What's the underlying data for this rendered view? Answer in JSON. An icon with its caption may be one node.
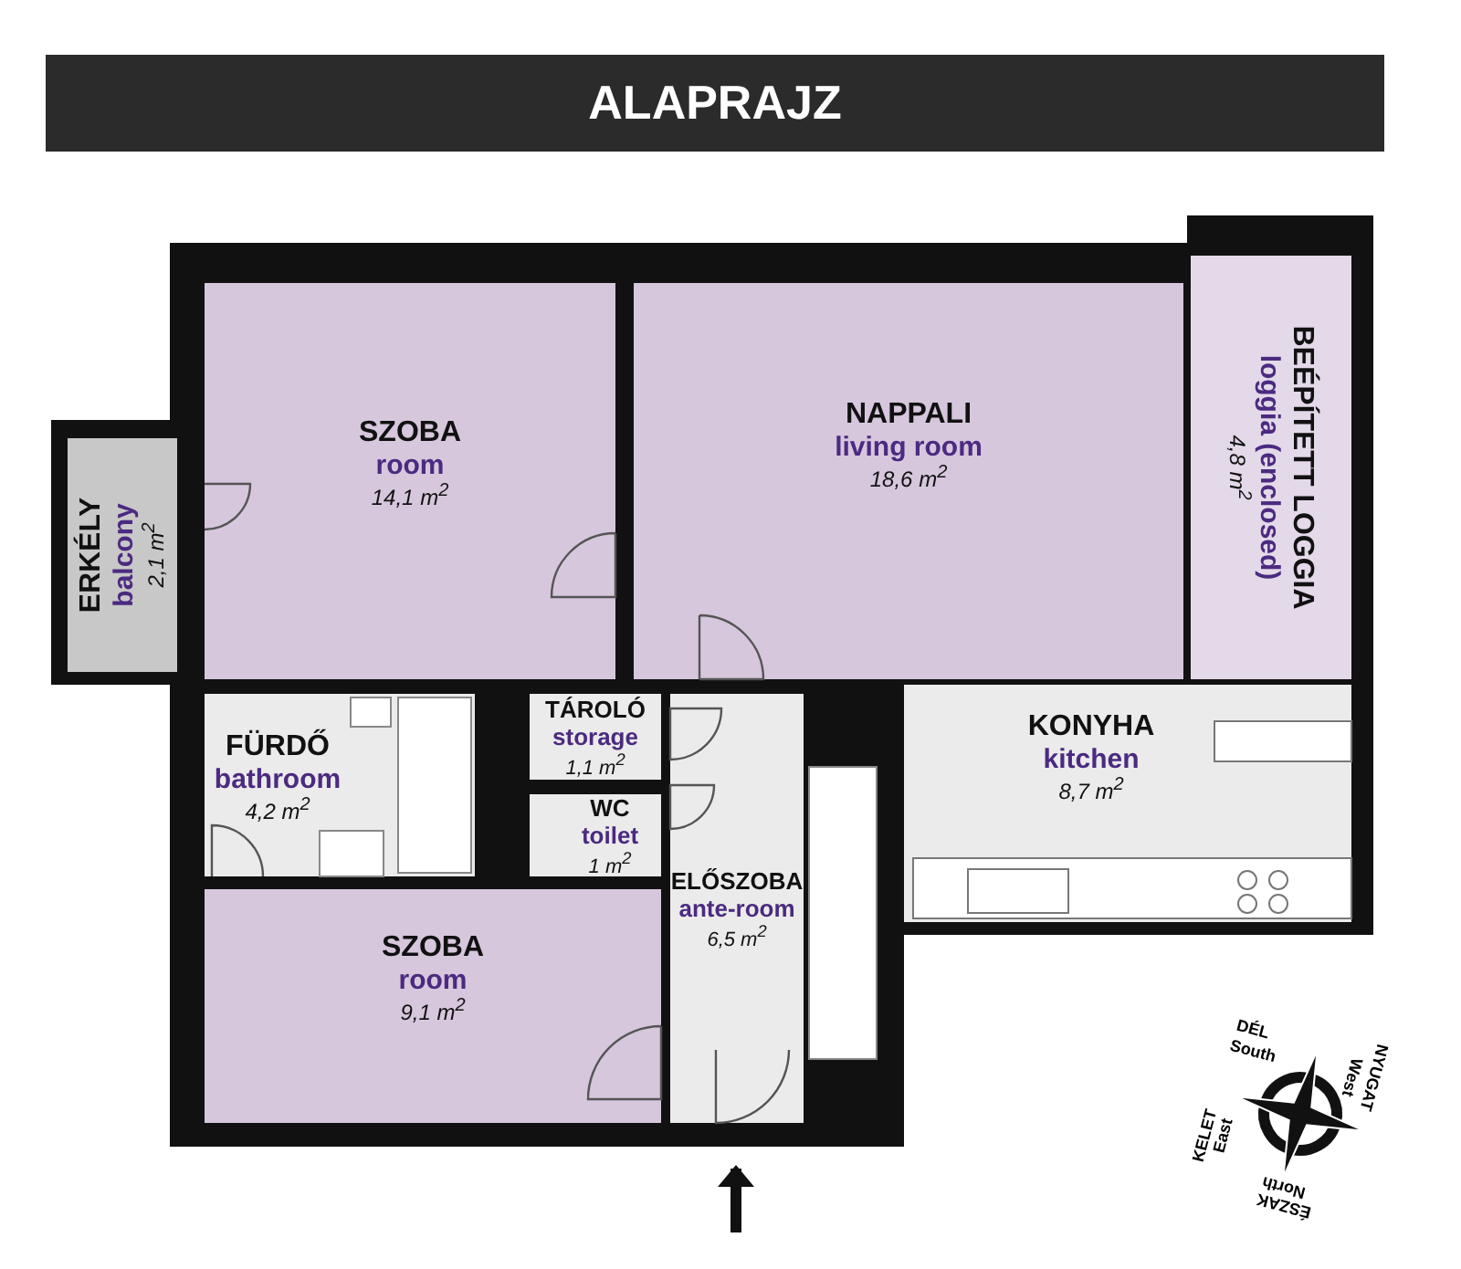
{
  "diagram": {
    "title": "ALAPRAJZ",
    "nodes": [
      {
        "text": [
          "SZOBA",
          "room",
          "14,1 m$^{2}$"
        ]
      },
      {
        "text": [
          "NAPPALI",
          "living room",
          "18,6 m$^{2}$"
        ]
      },
      {
        "text": [
          "BEÉPÍTETT LOGGIA",
          "loggia (enclosed)",
          "4,8 m$^{2}$"
        ]
      },
      {
        "text": [
          "ERKÉLY",
          "balcony",
          "2,1 m$^{2}$"
        ]
      },
      {
        "text": [
          "FÜRDŐ",
          "bathroom",
          "4,2 m$^{2}$"
        ]
      },
      {
        "text": [
          "TÁROLÓ",
          "storage",
          "1,1 m$^{2}$"
        ]
      },
      {
        "text": [
          "KONYHA",
          "kitchen",
          "8,7 m$^{2}$"
        ]
      },
      {
        "text": [
          "WC",
          "toilet",
          "1 m$^{2}$"
        ]
      },
      {
        "text": [
          "ELŐSZOBA",
          "ante-room",
          "6,5 m$^{2}$"
        ]
      },
      {
        "text": [
          "SZOBA",
          "room",
          "9,1 m$^{2}$"
        ]
      }
    ],
    "edges": [],
    "labels": [
      "DÉL",
      "South",
      "KELET",
      "East",
      "NYUGAT",
      "West",
      "ÉSZAK",
      "North"
    ]
  }
}
